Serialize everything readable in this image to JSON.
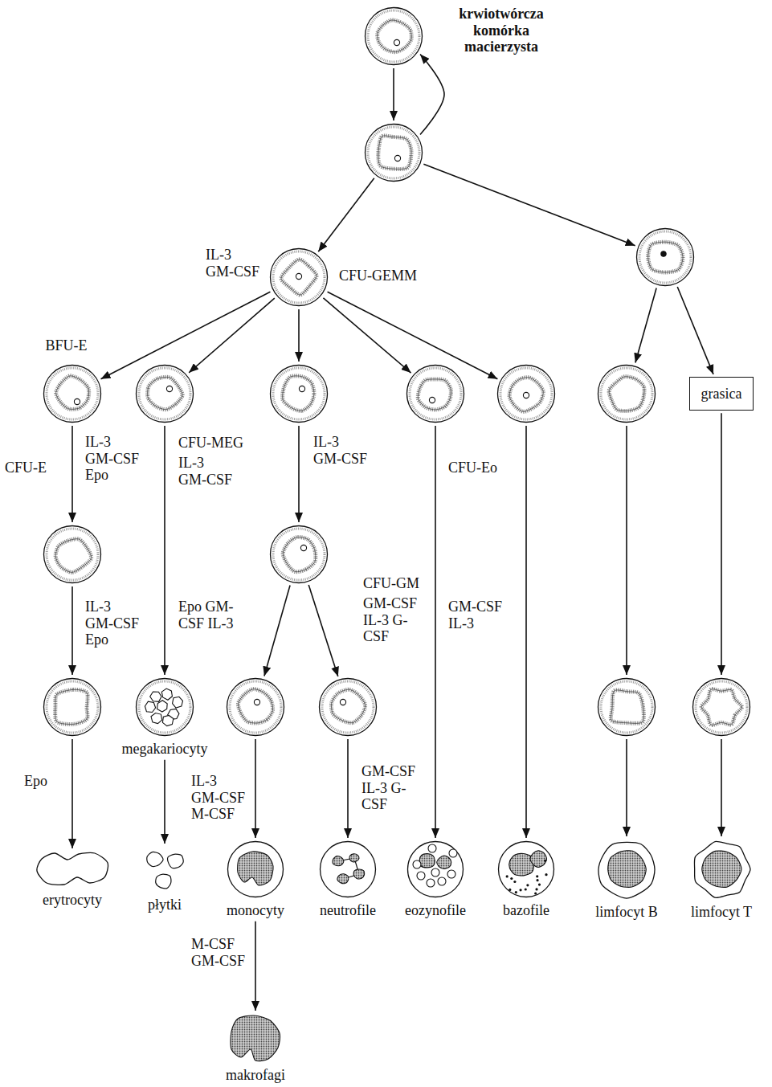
{
  "diagram": {
    "nodes": [
      {
        "text": [
          "krwiotwórcza komórka macierzysta"
        ]
      },
      {
        "text": []
      },
      {
        "text": [
          "IL-3 GM-CSF",
          "CFU-GEMM"
        ]
      },
      {
        "text": []
      },
      {
        "text": [
          "BFU-E"
        ]
      },
      {
        "text": []
      },
      {
        "text": []
      },
      {
        "text": []
      },
      {
        "text": []
      },
      {
        "text": []
      },
      {
        "text": [
          "grasica"
        ]
      },
      {
        "text": []
      },
      {
        "text": []
      },
      {
        "text": []
      },
      {
        "text": [
          "megakariocyty"
        ]
      },
      {
        "text": []
      },
      {
        "text": []
      },
      {
        "text": []
      },
      {
        "text": []
      },
      {
        "text": [
          "erytrocyty"
        ]
      },
      {
        "text": [
          "płytki"
        ]
      },
      {
        "text": [
          "monocyty"
        ]
      },
      {
        "text": [
          "neutrofile"
        ]
      },
      {
        "text": [
          "eozynofile"
        ]
      },
      {
        "text": [
          "bazofile"
        ]
      },
      {
        "text": [
          "limfocyt B"
        ]
      },
      {
        "text": [
          "limfocyt T"
        ]
      },
      {
        "text": [
          "makrofagi"
        ]
      }
    ],
    "edges": [
      {
        "from": 0,
        "to": 1,
        "arrow": "to"
      },
      {
        "from": 1,
        "to": 0,
        "arrow": "to"
      },
      {
        "from": 1,
        "to": 2,
        "arrow": "to"
      },
      {
        "from": 1,
        "to": 3,
        "arrow": "to"
      },
      {
        "from": 2,
        "to": 4,
        "arrow": "to"
      },
      {
        "from": 2,
        "to": 5,
        "arrow": "to"
      },
      {
        "from": 2,
        "to": 6,
        "arrow": "to"
      },
      {
        "from": 2,
        "to": 7,
        "arrow": "to"
      },
      {
        "from": 2,
        "to": 8,
        "arrow": "to"
      },
      {
        "from": 3,
        "to": 9,
        "arrow": "to"
      },
      {
        "from": 3,
        "to": 10,
        "arrow": "to"
      },
      {
        "from": 4,
        "to": 11,
        "label": "IL-3 GM-CSF Epo",
        "arrow": "to"
      },
      {
        "from": 5,
        "to": 14,
        "label": "IL-3 GM-CSF",
        "arrow": "to"
      },
      {
        "from": 6,
        "to": 12,
        "label": "IL-3 GM-CSF",
        "arrow": "to"
      },
      {
        "from": 7,
        "to": 23,
        "label": "GM-CSF IL-3",
        "arrow": "to"
      },
      {
        "from": 8,
        "to": 24,
        "arrow": "to"
      },
      {
        "from": 9,
        "to": 17,
        "arrow": "to"
      },
      {
        "from": 10,
        "to": 18,
        "arrow": "to"
      },
      {
        "from": 11,
        "to": 13,
        "label": "IL-3 GM-CSF Epo",
        "arrow": "to"
      },
      {
        "from": 12,
        "to": 15,
        "arrow": "to"
      },
      {
        "from": 12,
        "to": 16,
        "label": "GM-CSF IL-3 G-CSF",
        "arrow": "to"
      },
      {
        "from": 13,
        "to": 19,
        "label": "Epo",
        "arrow": "to"
      },
      {
        "from": 14,
        "to": 20,
        "arrow": "to"
      },
      {
        "from": 15,
        "to": 21,
        "label": "IL-3 GM-CSF M-CSF",
        "arrow": "to"
      },
      {
        "from": 16,
        "to": 22,
        "label": "GM-CSF IL-3 G-CSF",
        "arrow": "to"
      },
      {
        "from": 17,
        "to": 25,
        "arrow": "to"
      },
      {
        "from": 18,
        "to": 26,
        "arrow": "to"
      },
      {
        "from": 21,
        "to": 27,
        "label": "M-CSF GM-CSF",
        "arrow": "to"
      }
    ],
    "labels": [
      "CFU-E",
      "CFU-MEG",
      "Epo GM-CSF IL-3",
      "CFU-Eo",
      "CFU-GM"
    ]
  }
}
